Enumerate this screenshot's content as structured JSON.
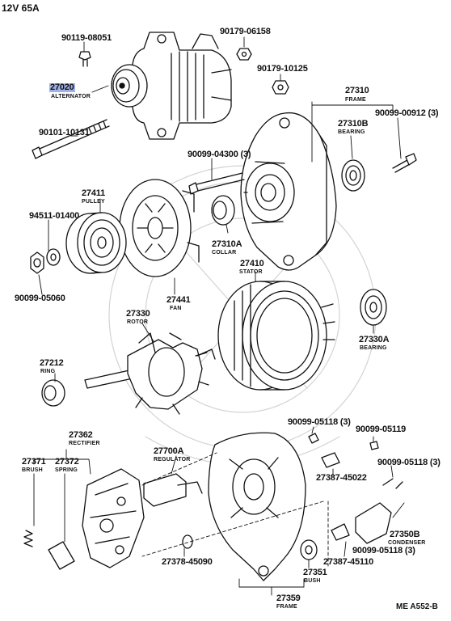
{
  "header": {
    "title": "12V 65A"
  },
  "footer": {
    "code": "ME  A552-B"
  },
  "highlight_color": "#9fb1e6",
  "parts": [
    {
      "id": "27020",
      "caption": "ALTERNATOR"
    },
    {
      "id": "90119-08051",
      "caption": ""
    },
    {
      "id": "90179-06158",
      "caption": ""
    },
    {
      "id": "90179-10125",
      "caption": ""
    },
    {
      "id": "27310",
      "caption": "FRAME"
    },
    {
      "id": "90099-00912 (3)",
      "caption": ""
    },
    {
      "id": "27310B",
      "caption": "BEARING"
    },
    {
      "id": "90101-10131",
      "caption": ""
    },
    {
      "id": "90099-04300 (3)",
      "caption": ""
    },
    {
      "id": "27411",
      "caption": "PULLEY"
    },
    {
      "id": "94511-01400",
      "caption": ""
    },
    {
      "id": "27310A",
      "caption": "COLLAR"
    },
    {
      "id": "27410",
      "caption": "STATOR"
    },
    {
      "id": "90099-05060",
      "caption": ""
    },
    {
      "id": "27441",
      "caption": "FAN"
    },
    {
      "id": "27330",
      "caption": "ROTOR"
    },
    {
      "id": "27330A",
      "caption": "BEARING"
    },
    {
      "id": "27212",
      "caption": "RING"
    },
    {
      "id": "90099-05118 (3)",
      "caption": ""
    },
    {
      "id": "90099-05119",
      "caption": ""
    },
    {
      "id": "27362",
      "caption": "RECTIFIER"
    },
    {
      "id": "27700A",
      "caption": "REGULATOR"
    },
    {
      "id": "27371",
      "caption": "BRUSH"
    },
    {
      "id": "27372",
      "caption": "SPRING"
    },
    {
      "id": "27387-45022",
      "caption": ""
    },
    {
      "id": "90099-05118 (3)",
      "caption": ""
    },
    {
      "id": "27350B",
      "caption": "CONDENSER"
    },
    {
      "id": "90099-05118 (3)",
      "caption": ""
    },
    {
      "id": "27387-45110",
      "caption": ""
    },
    {
      "id": "27378-45090",
      "caption": ""
    },
    {
      "id": "27351",
      "caption": "BUSH"
    },
    {
      "id": "27359",
      "caption": "FRAME"
    }
  ]
}
